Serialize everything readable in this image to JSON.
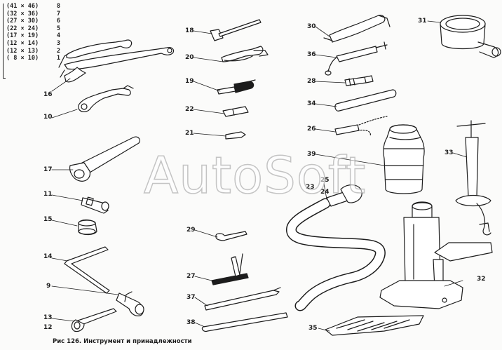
{
  "caption": "Рис 126. Инструмент и принадлежности",
  "watermark": "AutoSoft",
  "size_table": [
    {
      "size": "(41 × 46)",
      "num": "8"
    },
    {
      "size": "(32 × 36)",
      "num": "7"
    },
    {
      "size": "(27 × 30)",
      "num": "6"
    },
    {
      "size": "(22 × 24)",
      "num": "5"
    },
    {
      "size": "(17 × 19)",
      "num": "4"
    },
    {
      "size": "(12 × 14)",
      "num": "3"
    },
    {
      "size": "(12 × 13)",
      "num": "2"
    },
    {
      "size": "( 8 × 10)",
      "num": "1"
    }
  ],
  "callouts": {
    "c16": "16",
    "c10": "10",
    "c17": "17",
    "c11": "11",
    "c15": "15",
    "c14": "14",
    "c9": "9",
    "c13": "13",
    "c12": "12",
    "c18": "18",
    "c20": "20",
    "c19": "19",
    "c22": "22",
    "c21": "21",
    "c29": "29",
    "c27": "27",
    "c37": "37",
    "c38": "38",
    "c30": "30",
    "c36": "36",
    "c28": "28",
    "c34": "34",
    "c26": "26",
    "c39": "39",
    "c23": "23",
    "c25": "25",
    "c24": "24",
    "c31": "31",
    "c33": "33",
    "c32": "32",
    "c35": "35"
  }
}
